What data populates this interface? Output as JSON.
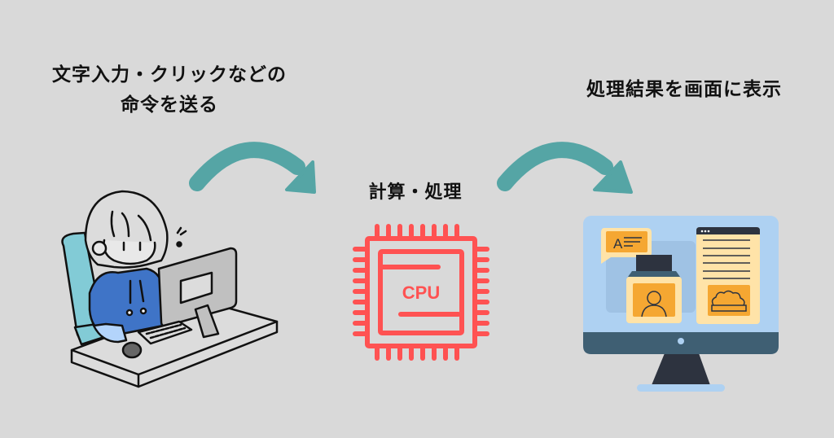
{
  "diagram": {
    "steps": [
      {
        "id": "input",
        "label_line1": "文字入力・クリックなどの",
        "label_line2": "命令を送る",
        "illustration": "person-at-computer"
      },
      {
        "id": "process",
        "label": "計算・処理",
        "illustration": "cpu-chip",
        "chip_text": "CPU"
      },
      {
        "id": "output",
        "label": "処理結果を画面に表示",
        "illustration": "monitor-with-content"
      }
    ],
    "arrows": [
      {
        "from": "input",
        "to": "process"
      },
      {
        "from": "process",
        "to": "output"
      }
    ],
    "screen_content": {
      "speech_bubble_letter": "A"
    }
  },
  "colors": {
    "background": "#d9d9d9",
    "arrow": "#55a5a5",
    "cpu": "#ff5252",
    "hoodie": "#3f74c7",
    "sleeve": "#b3d4fb",
    "chair": "#82cbd6",
    "monitor_screen": "#aed1f2",
    "monitor_bezel": "#3f5f73",
    "stand": "#2d333f",
    "card": "#ffe3a8",
    "card_accent": "#f5a732"
  }
}
